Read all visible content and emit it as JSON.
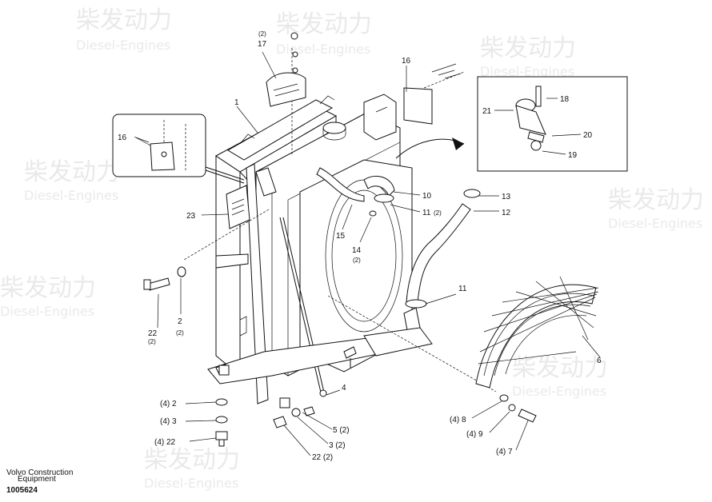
{
  "watermark": {
    "cn": "柴发动力",
    "en": "Diesel-Engines"
  },
  "footer": {
    "brand": "Volvo Construction",
    "sub": "Equipment",
    "code": "1005624"
  },
  "callouts": [
    {
      "id": "q17",
      "text": "(2)"
    },
    {
      "id": "n17",
      "text": "17"
    },
    {
      "id": "n1",
      "text": "1"
    },
    {
      "id": "n16a",
      "text": "16"
    },
    {
      "id": "n16b",
      "text": "16"
    },
    {
      "id": "n21",
      "text": "21"
    },
    {
      "id": "n18",
      "text": "18"
    },
    {
      "id": "n20",
      "text": "20"
    },
    {
      "id": "n19",
      "text": "19"
    },
    {
      "id": "n10",
      "text": "10"
    },
    {
      "id": "n13",
      "text": "13"
    },
    {
      "id": "n11a",
      "text": "11"
    },
    {
      "id": "q11a",
      "text": "(2)"
    },
    {
      "id": "n12",
      "text": "12"
    },
    {
      "id": "n23",
      "text": "23"
    },
    {
      "id": "n15",
      "text": "15"
    },
    {
      "id": "n14",
      "text": "14"
    },
    {
      "id": "q14",
      "text": "(2)"
    },
    {
      "id": "n11b",
      "text": "11"
    },
    {
      "id": "n22a",
      "text": "22"
    },
    {
      "id": "q22a",
      "text": "(2)"
    },
    {
      "id": "n2a",
      "text": "2"
    },
    {
      "id": "q2a",
      "text": "(2)"
    },
    {
      "id": "n6",
      "text": "6"
    },
    {
      "id": "n4",
      "text": "4"
    },
    {
      "id": "l2",
      "text": "(4) 2"
    },
    {
      "id": "l3",
      "text": "(4) 3"
    },
    {
      "id": "l22",
      "text": "(4) 22"
    },
    {
      "id": "l5",
      "text": "5 (2)"
    },
    {
      "id": "l3b",
      "text": "3 (2)"
    },
    {
      "id": "l22b",
      "text": "22 (2)"
    },
    {
      "id": "l8",
      "text": "(4) 8"
    },
    {
      "id": "l9",
      "text": "(4) 9"
    },
    {
      "id": "l7",
      "text": "(4) 7"
    }
  ]
}
